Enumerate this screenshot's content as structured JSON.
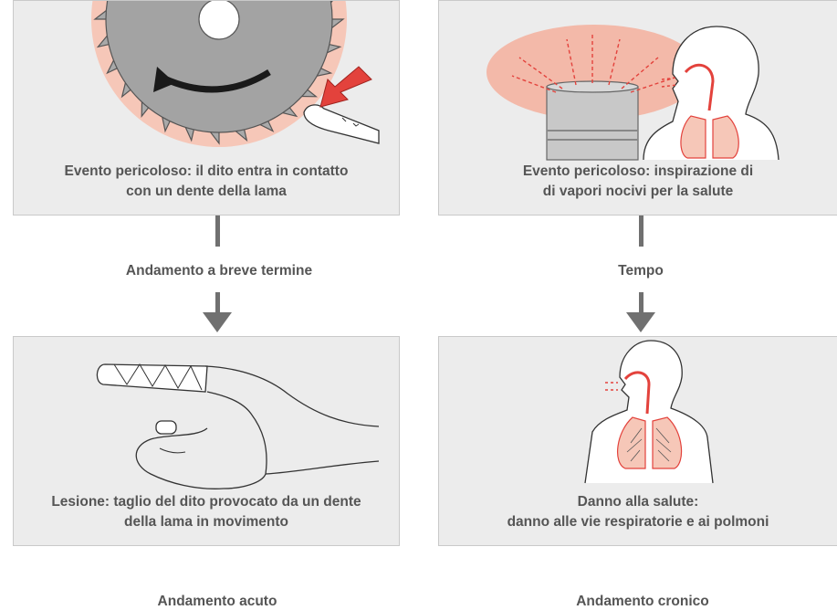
{
  "colors": {
    "panel_bg": "#ececec",
    "panel_border": "#c9c9c9",
    "arrow": "#707070",
    "accent_red": "#e3423c",
    "salmon": "#f2b8a8"
  },
  "left": {
    "top_panel": {
      "caption_line1": "Evento pericoloso: il dito entra in contatto",
      "caption_line2": "con un dente della lama",
      "illustration": "saw-blade-finger-contact"
    },
    "transition_label": "Andamento a breve termine",
    "bottom_panel": {
      "caption_line1": "Lesione: taglio del dito provocato da un dente",
      "caption_line2": "della lama in movimento",
      "illustration": "bandaged-finger-hand"
    },
    "column_title": "Andamento acuto"
  },
  "right": {
    "top_panel": {
      "caption_line1": "Evento pericoloso: inspirazione di",
      "caption_line2": "di vapori nocivi per la salute",
      "illustration": "barrel-vapors-inhalation"
    },
    "transition_label": "Tempo",
    "bottom_panel": {
      "caption_line1": "Danno alla salute:",
      "caption_line2": "danno alle vie respiratorie e ai polmoni",
      "illustration": "damaged-lungs-figure"
    },
    "column_title": "Andamento cronico"
  }
}
